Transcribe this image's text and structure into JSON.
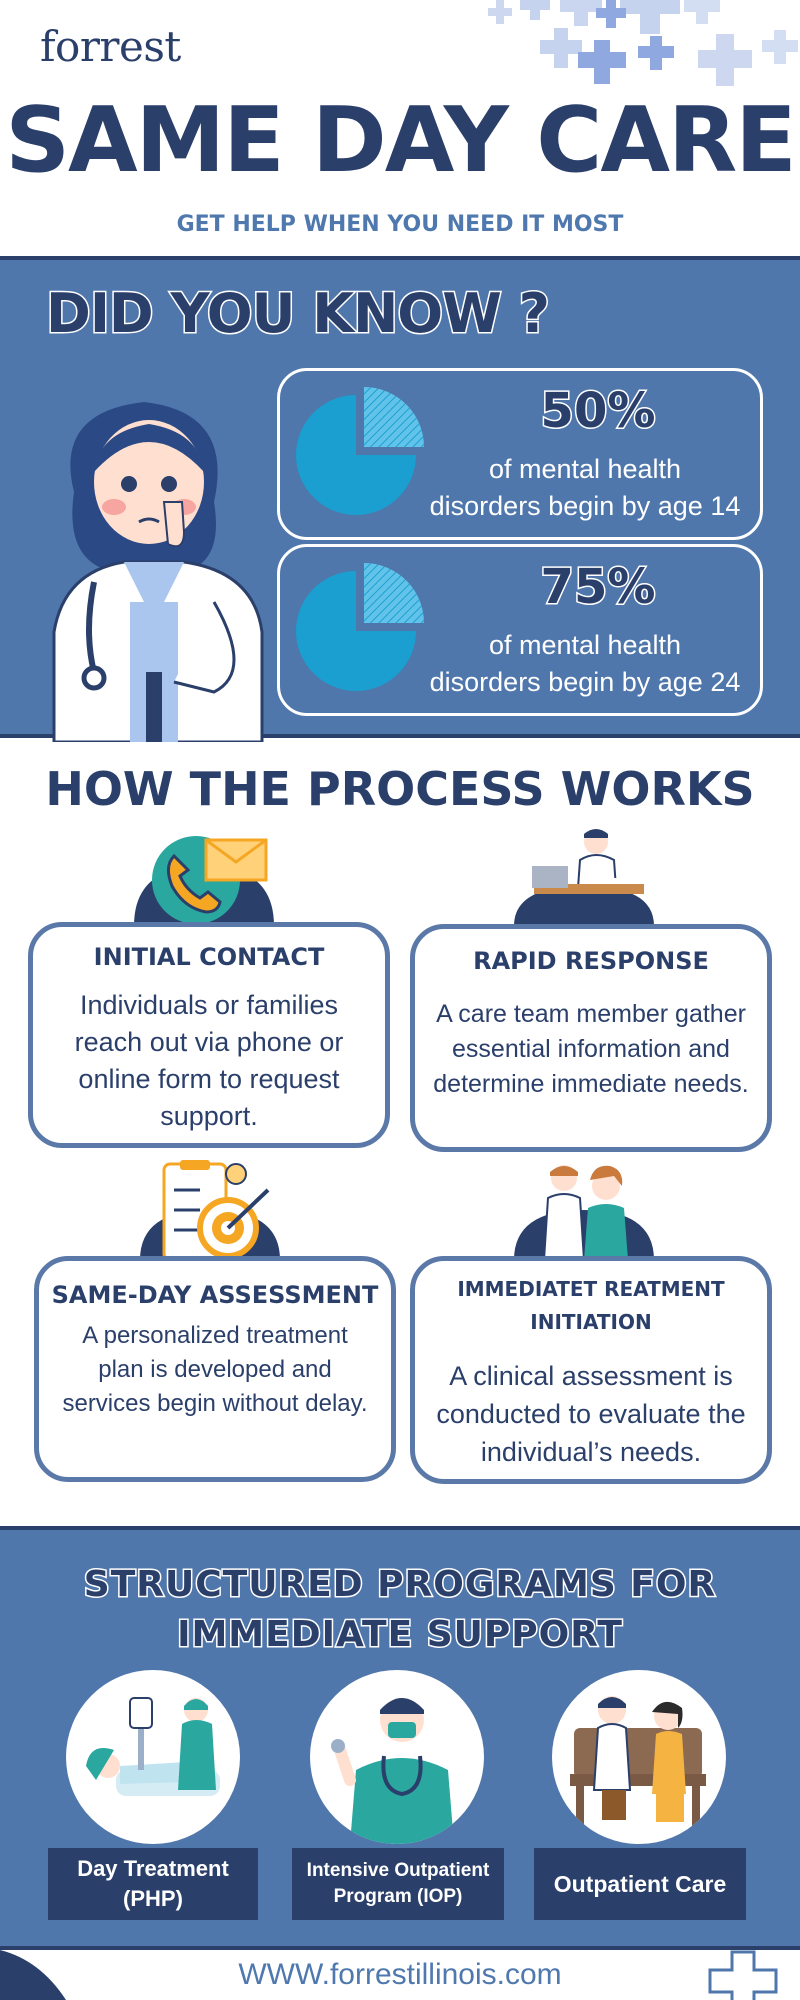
{
  "header": {
    "logo": "forrest",
    "title": "SAME DAY CARE",
    "subtitle": "GET HELP WHEN YOU NEED IT MOST"
  },
  "did_you_know": {
    "title": "DID YOU KNOW ?",
    "stats": [
      {
        "percent": "50%",
        "text_line1": "of mental health",
        "text_line2": "disorders begin by age 14"
      },
      {
        "percent": "75%",
        "text_line1": "of mental health",
        "text_line2": "disorders begin by age 24"
      }
    ]
  },
  "process": {
    "title": "HOW THE PROCESS WORKS",
    "steps": [
      {
        "title": "INITIAL CONTACT",
        "body": "Individuals or families reach out via phone or online form to request support.",
        "icon": "phone-mail-icon"
      },
      {
        "title": "RAPID RESPONSE",
        "body": "A care team member gather essential information and determine immediate needs.",
        "icon": "doctor-desk-icon"
      },
      {
        "title": "SAME-DAY ASSESSMENT",
        "body": "A personalized treatment plan is developed and services begin without delay.",
        "icon": "clipboard-target-icon"
      },
      {
        "title": "IMMEDIATET REATMENT INITIATION",
        "body": "A clinical assessment is conducted to evaluate the individual’s needs.",
        "icon": "nurse-patient-icon"
      }
    ]
  },
  "programs": {
    "title_line1": "STRUCTURED PROGRAMS FOR",
    "title_line2": "IMMEDIATE SUPPORT",
    "items": [
      {
        "line1": "Day Treatment",
        "line2": "(PHP)",
        "icon": "hospital-bed-icon"
      },
      {
        "line1": "Intensive Outpatient",
        "line2": "Program (IOP)",
        "icon": "doctor-stethoscope-icon"
      },
      {
        "line1": "Outpatient Care",
        "line2": "",
        "icon": "consultation-icon"
      }
    ]
  },
  "footer": {
    "url": "WWW.forrestillinois.com"
  },
  "colors": {
    "navy": "#2b3f6b",
    "blue": "#4f77ac",
    "light_blue": "#4e78ae",
    "pie_blue": "#1a9fd0",
    "white": "#ffffff"
  }
}
